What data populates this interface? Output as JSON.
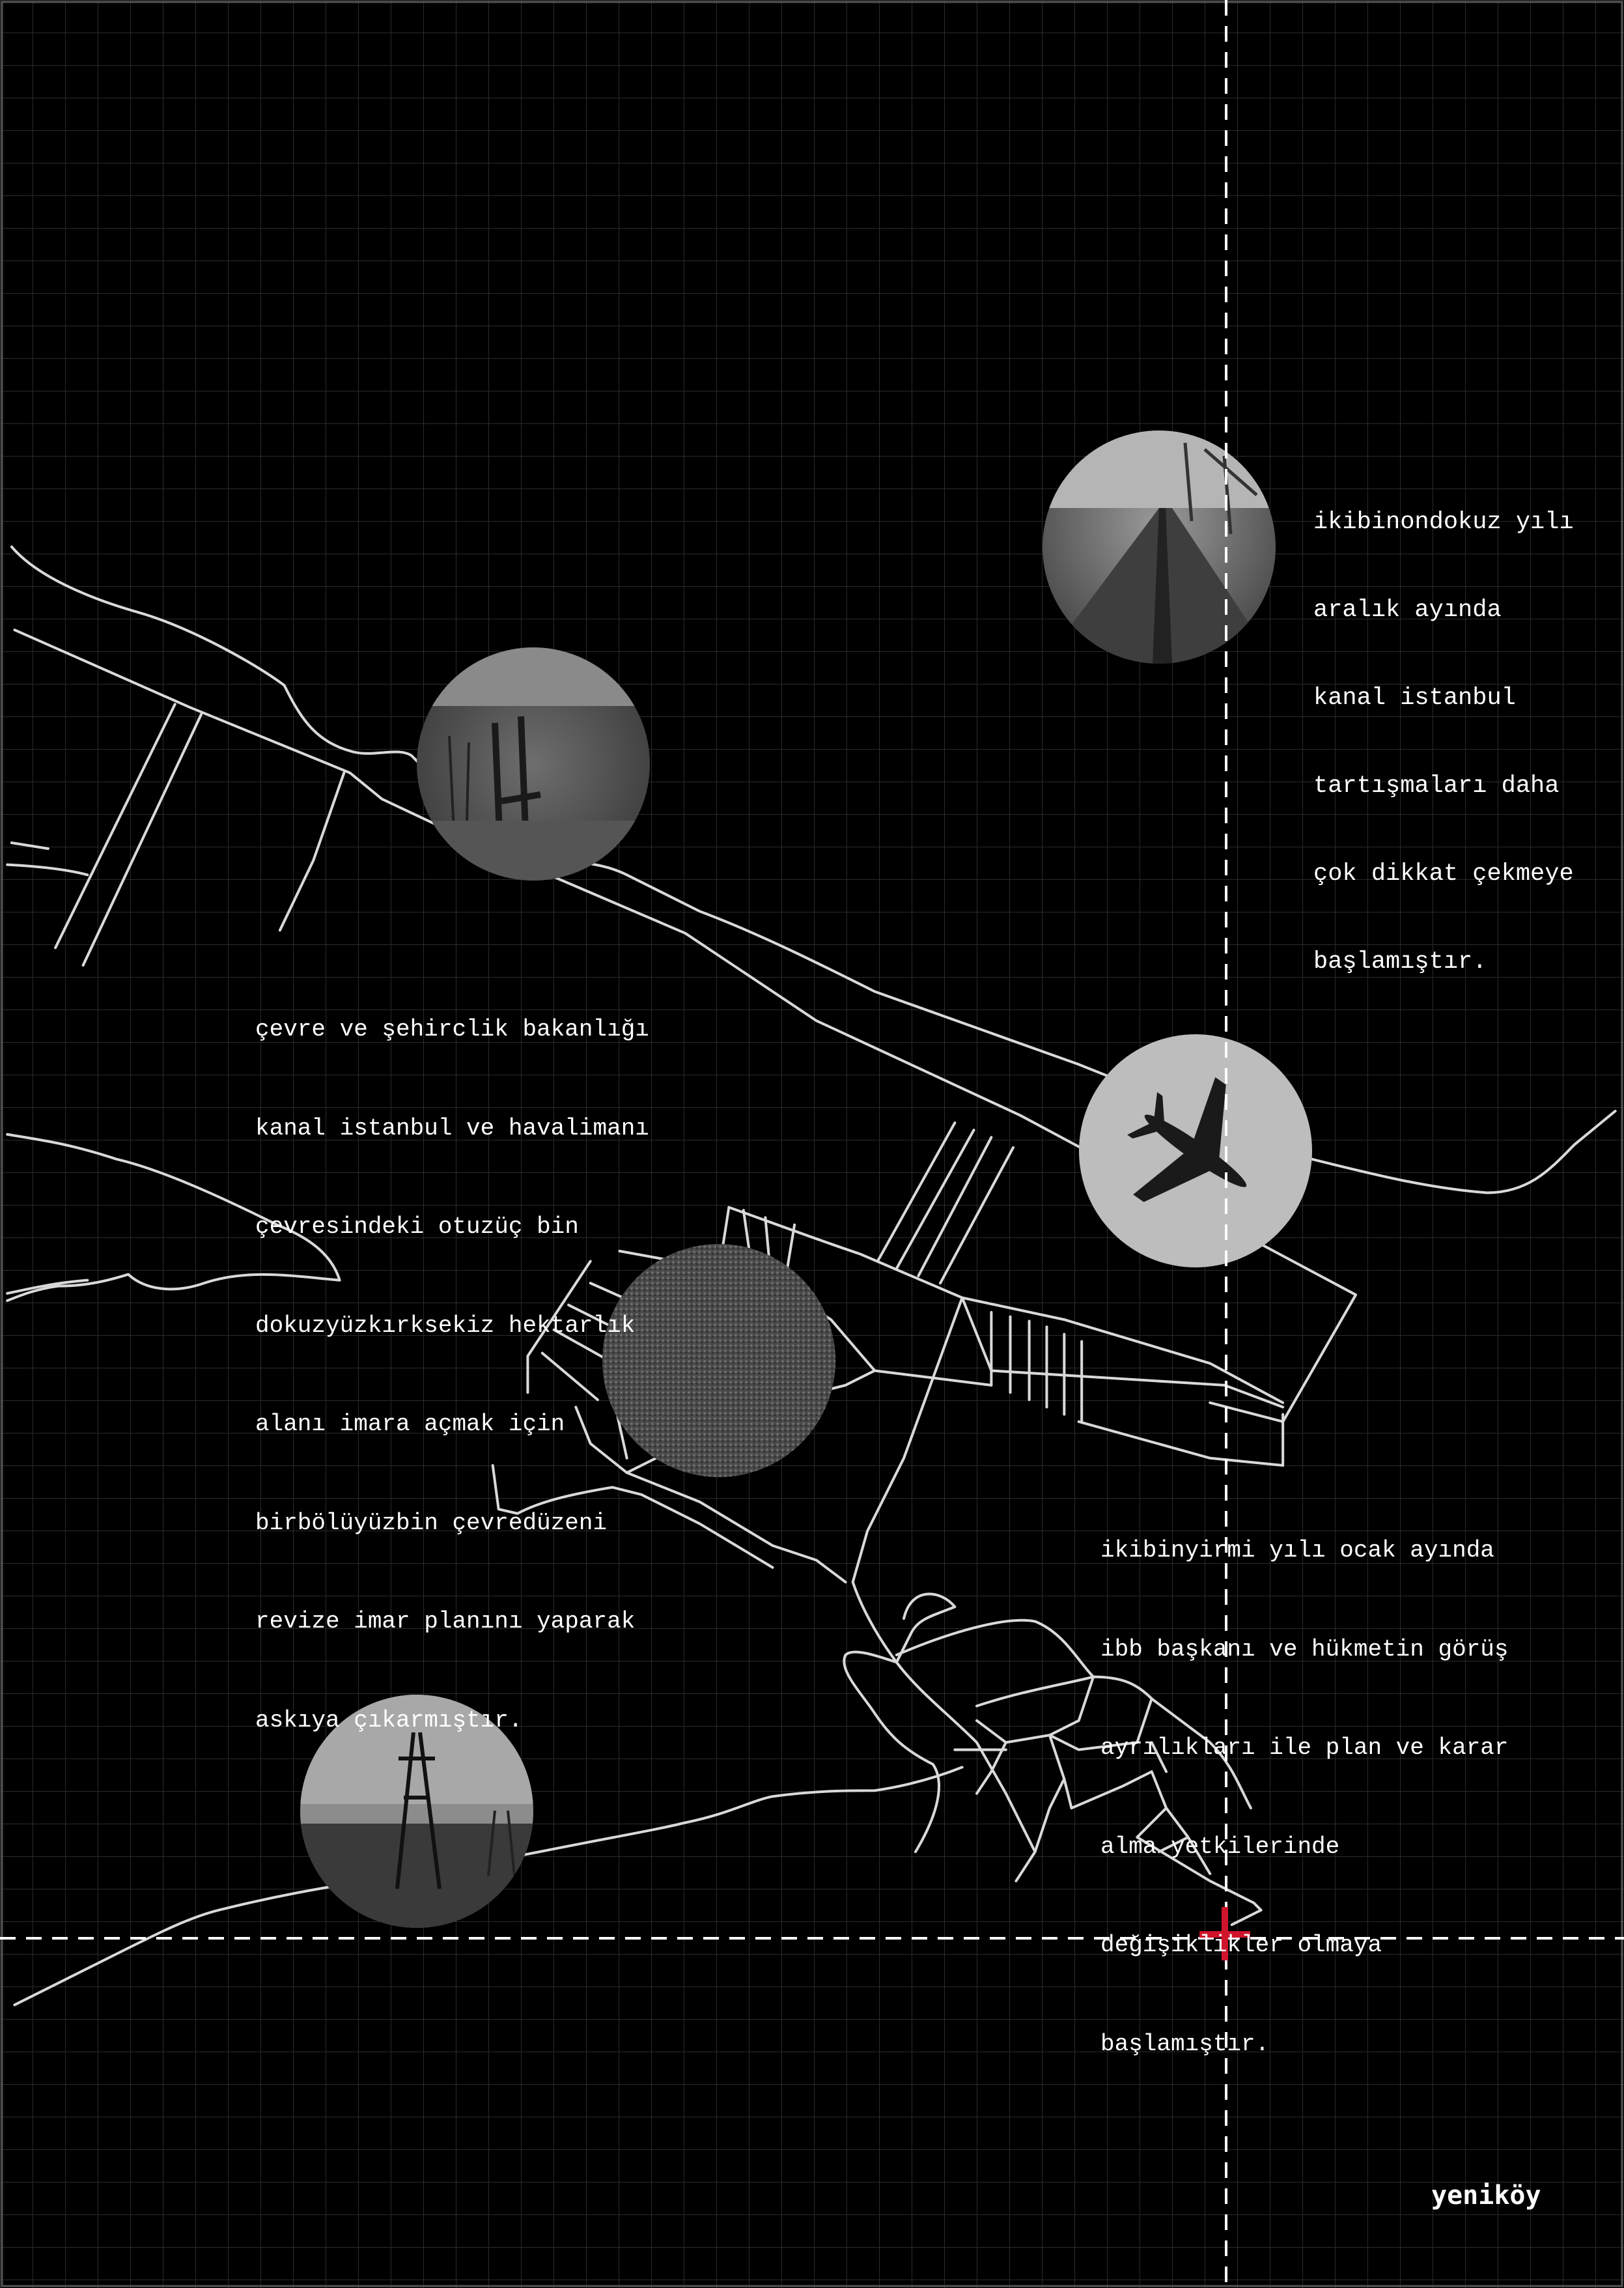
{
  "annotations": {
    "dec_2019": [
      "ikibinondokuz yılı",
      "aralık ayında",
      "kanal istanbul",
      "tartışmaları daha",
      "çok dikkat çekmeye",
      "başlamıştır."
    ],
    "ministry_plan": [
      "çevre ve şehirclik bakanlığı",
      "kanal istanbul ve havalimanı",
      "çevresindeki otuzüç bin",
      "dokuzyüzkırksekiz hektarlık",
      "alanı imara açmak için",
      "birbölüyüzbin çevredüzeni",
      "revize imar planını yaparak",
      "askıya çıkarmıştır."
    ],
    "jan_2020": [
      "ikibinyirmi yılı ocak ayında",
      "ibb başkanı ve hükmetin görüş",
      "ayrılıkları ile plan ve karar",
      "alma yetkilerinde",
      "değişiklikler olmaya",
      "başlamıştır."
    ]
  },
  "place_label": "yeniköy",
  "colors": {
    "background": "#000000",
    "grid": "#2b2b2b",
    "road": "#d9d9d9",
    "marker": "#d0142c",
    "dash": "#ffffff"
  }
}
